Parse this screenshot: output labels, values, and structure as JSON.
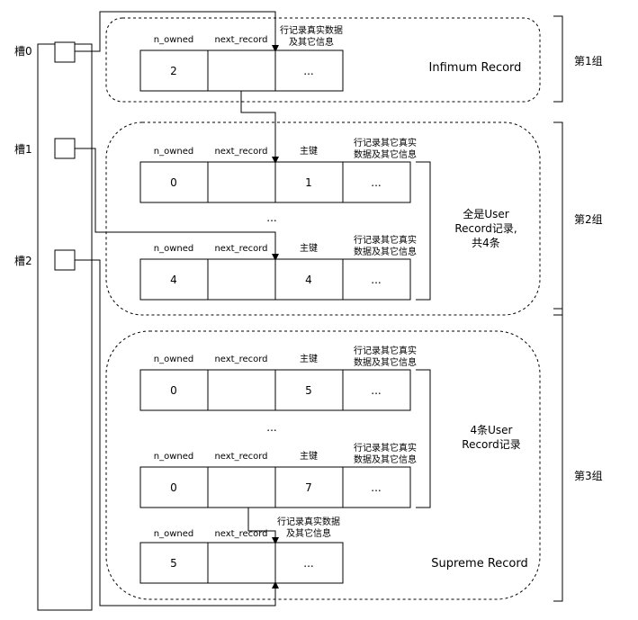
{
  "slots": {
    "slot0": "槽0",
    "slot1": "槽1",
    "slot2": "槽2"
  },
  "groups": {
    "g1": "第1组",
    "g2": "第2组",
    "g3": "第3组"
  },
  "headers": {
    "n_owned": "n_owned",
    "next_record": "next_record",
    "key": "主键",
    "data_two_line_1": "行记录其它真实",
    "data_two_line_2": "数据及其它信息",
    "real_data_1": "行记录真实数据",
    "real_data_2": "及其它信息"
  },
  "records": {
    "infimum": {
      "n_owned": "2",
      "data": "...",
      "label": "Infimum Record"
    },
    "g2_first": {
      "n_owned": "0",
      "key": "1",
      "data": "..."
    },
    "g2_last": {
      "n_owned": "4",
      "key": "4",
      "data": "..."
    },
    "g3_first": {
      "n_owned": "0",
      "key": "5",
      "data": "..."
    },
    "g3_last": {
      "n_owned": "0",
      "key": "7",
      "data": "..."
    },
    "supremum": {
      "n_owned": "5",
      "data": "...",
      "label": "Supreme Record"
    }
  },
  "ellipsis": "...",
  "notes": {
    "g2_line1": "全是User",
    "g2_line2": "Record记录,",
    "g2_line3": "共4条",
    "g3_line1": "4条User",
    "g3_line2": "Record记录"
  },
  "colors": {
    "line": "#000000",
    "background": "#ffffff"
  }
}
